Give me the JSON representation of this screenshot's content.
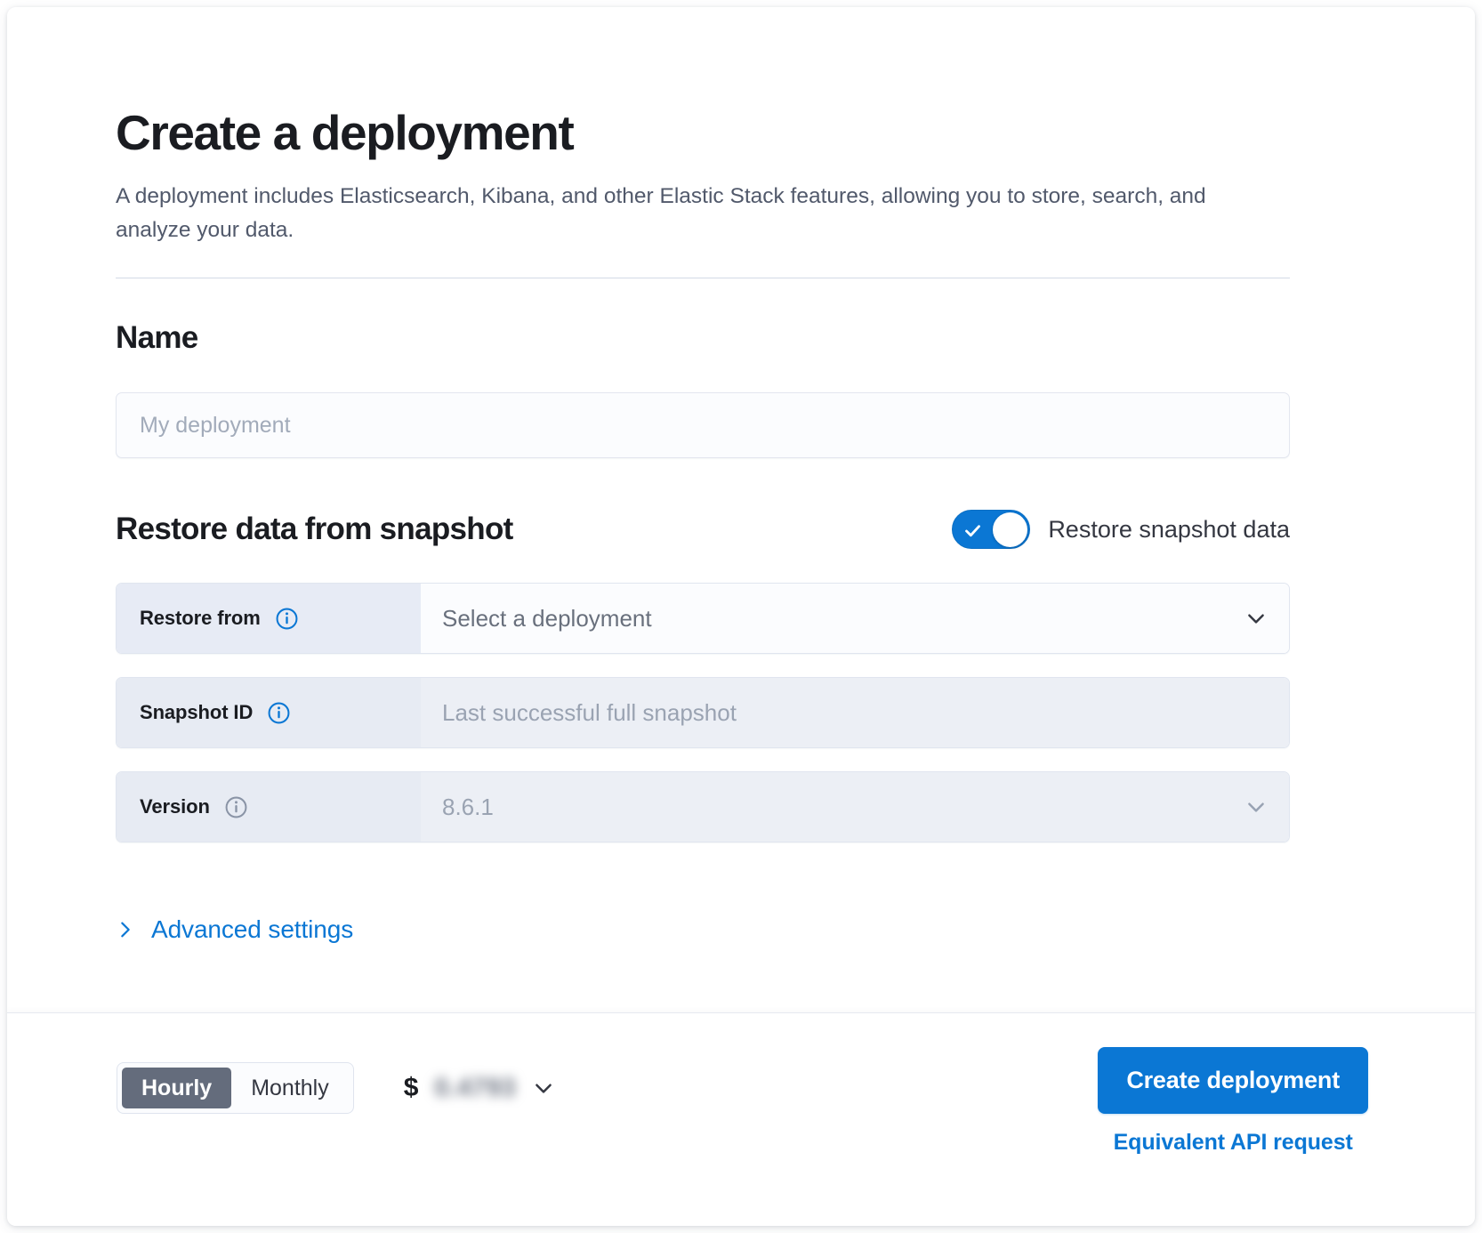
{
  "header": {
    "title": "Create a deployment",
    "subtitle": "A deployment includes Elasticsearch, Kibana, and other Elastic Stack features, allowing you to store, search, and analyze your data."
  },
  "name_section": {
    "title": "Name",
    "input_placeholder": "My deployment",
    "input_value": ""
  },
  "restore_section": {
    "title": "Restore data from snapshot",
    "toggle": {
      "label": "Restore snapshot data",
      "state": "on",
      "icon": "check-icon"
    },
    "rows": [
      {
        "label": "Restore from",
        "info_icon": "info-icon",
        "value": "Select a deployment",
        "is_placeholder": true,
        "disabled": false,
        "control": "dropdown",
        "chevron_icon": "chevron-down-icon"
      },
      {
        "label": "Snapshot ID",
        "info_icon": "info-icon",
        "value": "Last successful full snapshot",
        "is_placeholder": true,
        "disabled": true,
        "control": "text",
        "chevron_icon": ""
      },
      {
        "label": "Version",
        "info_icon": "info-icon",
        "value": "8.6.1",
        "is_placeholder": false,
        "disabled": true,
        "control": "dropdown",
        "chevron_icon": "chevron-down-icon"
      }
    ]
  },
  "advanced": {
    "label": "Advanced settings",
    "icon": "chevron-right-icon",
    "expanded": false
  },
  "footer": {
    "billing": {
      "options": [
        "Hourly",
        "Monthly"
      ],
      "selected": "Hourly"
    },
    "price": {
      "symbol": "$",
      "value": "0.4793",
      "redacted": true,
      "chevron_icon": "chevron-down-icon"
    },
    "create_button": "Create deployment",
    "api_link": "Equivalent API request"
  },
  "colors": {
    "accent": "#0b77d4",
    "title": "#1a1c21",
    "muted": "#69707d",
    "row_label_bg": "#e7ebf5",
    "segment_active_bg": "#646c7c"
  }
}
